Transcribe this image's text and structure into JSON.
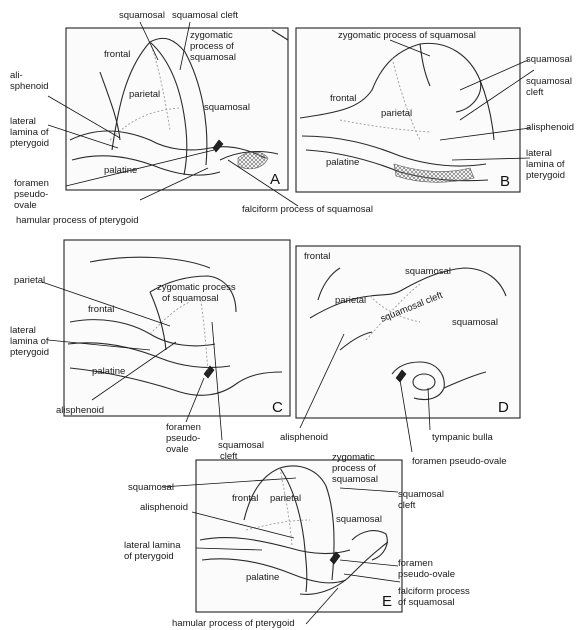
{
  "panels": {
    "A": {
      "letter": "A",
      "labels": {
        "squamosal": "squamosal",
        "squamosal_cleft": "squamosal cleft",
        "zygomatic_l1": "zygomatic",
        "zygomatic_l2": "process of",
        "zygomatic_l3": "squamosal",
        "frontal": "frontal",
        "alisphenoid_l1": "ali-",
        "alisphenoid_l2": "sphenoid",
        "parietal": "parietal",
        "squamosal2": "squamosal",
        "lateral_l1": "lateral",
        "lateral_l2": "lamina of",
        "lateral_l3": "pterygoid",
        "palatine": "palatine",
        "foramen_l1": "foramen",
        "foramen_l2": "pseudo-",
        "foramen_l3": "ovale",
        "hamular": "hamular process of pterygoid",
        "falciform": "falciform process of squamosal"
      }
    },
    "B": {
      "letter": "B",
      "labels": {
        "zygomatic": "zygomatic process of squamosal",
        "squamosal": "squamosal",
        "cleft_l1": "squamosal",
        "cleft_l2": "cleft",
        "frontal": "frontal",
        "parietal": "parietal",
        "alisphenoid": "alisphenoid",
        "lateral_l1": "lateral",
        "lateral_l2": "lamina of",
        "lateral_l3": "pterygoid",
        "palatine": "palatine"
      }
    },
    "C": {
      "letter": "C",
      "labels": {
        "parietal": "parietal",
        "zygomatic_l1": "zygomatic process",
        "zygomatic_l2": "of squamosal",
        "frontal": "frontal",
        "lateral_l1": "lateral",
        "lateral_l2": "lamina of",
        "lateral_l3": "pterygoid",
        "palatine": "palatine",
        "alisphenoid": "alisphenoid",
        "foramen_l1": "foramen",
        "foramen_l2": "pseudo-",
        "foramen_l3": "ovale",
        "cleft_l1": "squamosal",
        "cleft_l2": "cleft"
      }
    },
    "D": {
      "letter": "D",
      "labels": {
        "frontal": "frontal",
        "squamosal": "squamosal",
        "parietal": "parietal",
        "cleft": "squamosal cleft",
        "squamosal2": "squamosal",
        "alisphenoid": "alisphenoid",
        "bulla": "tympanic bulla",
        "foramen": "foramen pseudo-ovale"
      }
    },
    "E": {
      "letter": "E",
      "labels": {
        "zygomatic_l1": "zygomatic",
        "zygomatic_l2": "process of",
        "zygomatic_l3": "squamosal",
        "squamosal": "squamosal",
        "frontal": "frontal",
        "parietal": "parietal",
        "squamosal2": "squamosal",
        "cleft_l1": "squamosal",
        "cleft_l2": "cleft",
        "alisphenoid": "alisphenoid",
        "lateral_l1": "lateral lamina",
        "lateral_l2": "of pterygoid",
        "palatine": "palatine",
        "foramen_l1": "foramen",
        "foramen_l2": "pseudo-ovale",
        "falciform_l1": "falciform process",
        "falciform_l2": "of squamosal",
        "hamular": "hamular process of pterygoid"
      }
    }
  }
}
